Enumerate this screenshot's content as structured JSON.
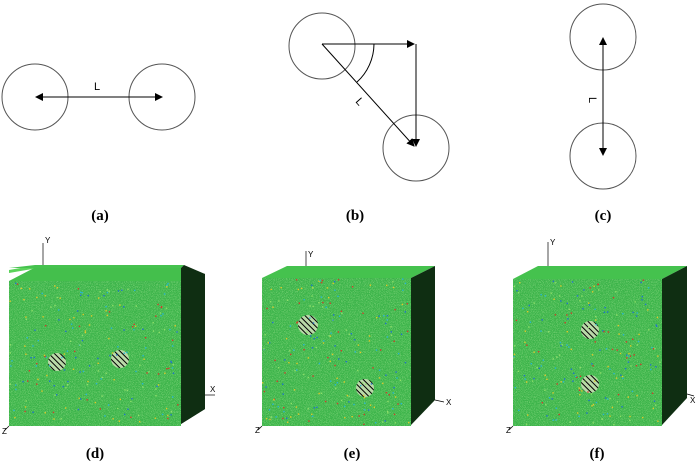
{
  "panels": [
    {
      "id": "a",
      "caption": "(a)",
      "dimension_label": "L"
    },
    {
      "id": "b",
      "caption": "(b)",
      "dimension_label": "L"
    },
    {
      "id": "c",
      "caption": "(c)",
      "dimension_label": "L"
    },
    {
      "id": "d",
      "caption": "(d)",
      "axes": {
        "x": "X",
        "y": "Y",
        "z": "Z"
      }
    },
    {
      "id": "e",
      "caption": "(e)",
      "axes": {
        "x": "X",
        "y": "Y",
        "z": "Z"
      }
    },
    {
      "id": "f",
      "caption": "(f)",
      "axes": {
        "x": "X",
        "y": "Y",
        "z": "Z"
      }
    }
  ],
  "colors": {
    "cube_front": "#3cb44a",
    "cube_top": "#45c24e",
    "cube_side": "#0f2e12",
    "speckle": [
      "#1f6fd0",
      "#e2c82a",
      "#d23a2a",
      "#29b6d6",
      "#8fe06a"
    ],
    "line": "#000000"
  }
}
